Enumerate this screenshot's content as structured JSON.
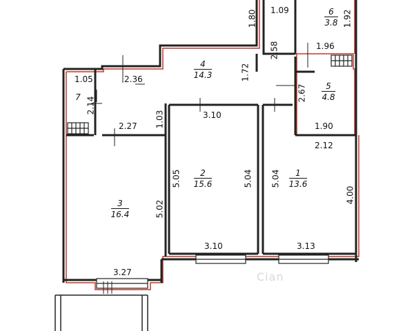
{
  "colors": {
    "wall": "#222222",
    "outline": "#c0392b",
    "background": "#ffffff",
    "watermark": "#d0d0d0"
  },
  "rooms": [
    {
      "number": "1",
      "area": "13.6"
    },
    {
      "number": "2",
      "area": "15.6"
    },
    {
      "number": "3",
      "area": "16.4"
    },
    {
      "number": "4",
      "area": "14.3"
    },
    {
      "number": "5",
      "area": "4.8"
    },
    {
      "number": "6",
      "area": "3.8"
    },
    {
      "number": "7",
      "area": ""
    }
  ],
  "dimensions": {
    "d_180": "1.80",
    "d_109": "1.09",
    "d_192": "1.92",
    "d_258": "2.58",
    "d_196": "1.96",
    "d_172": "1.72",
    "d_267": "2.67",
    "d_105": "1.05",
    "d_236": "2.36",
    "d_214": "2.14",
    "d_103": "1.03",
    "d_310_top": "3.10",
    "d_227": "2.27",
    "d_190": "1.90",
    "d_212": "2.12",
    "d_505": "5.05",
    "d_504_a": "5.04",
    "d_504_b": "5.04",
    "d_400": "4.00",
    "d_502": "5.02",
    "d_310_bottom": "3.10",
    "d_313": "3.13",
    "d_327": "3.27"
  },
  "watermark": "Cian"
}
